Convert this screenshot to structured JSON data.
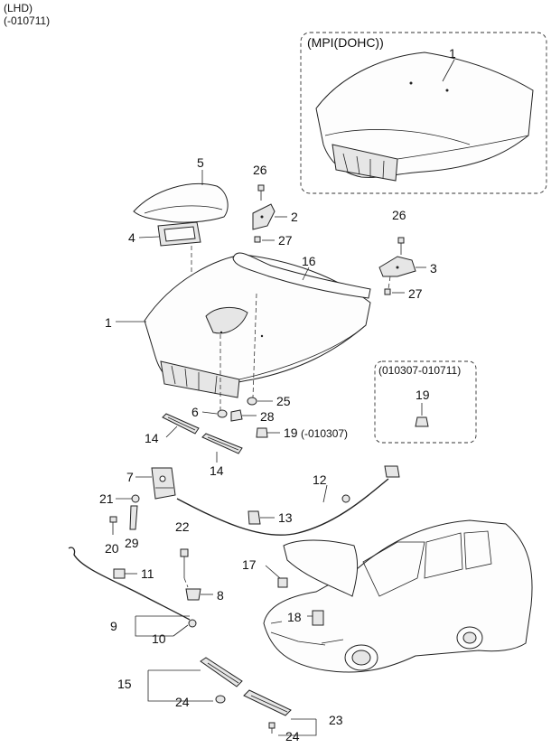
{
  "header": {
    "line1": "(LHD)",
    "line2": "(-010711)"
  },
  "insets": {
    "engine_variant": "(MPI(DOHC))",
    "date_range": "(010307-010711)"
  },
  "callouts": {
    "p1_inset": "1",
    "p1_main": "1",
    "p2": "2",
    "p3": "3",
    "p4": "4",
    "p5": "5",
    "p6": "6",
    "p7": "7",
    "p8": "8",
    "p9": "9",
    "p10": "10",
    "p11": "11",
    "p12": "12",
    "p13": "13",
    "p14_a": "14",
    "p14_b": "14",
    "p15": "15",
    "p16": "16",
    "p17": "17",
    "p18": "18",
    "p19_inset": "19",
    "p19_main": "19",
    "p19_note": "(-010307)",
    "p20": "20",
    "p21": "21",
    "p22": "22",
    "p23": "23",
    "p24_a": "24",
    "p24_b": "24",
    "p25": "25",
    "p26_a": "26",
    "p26_b": "26",
    "p27_a": "27",
    "p27_b": "27",
    "p28": "28",
    "p29": "29"
  }
}
